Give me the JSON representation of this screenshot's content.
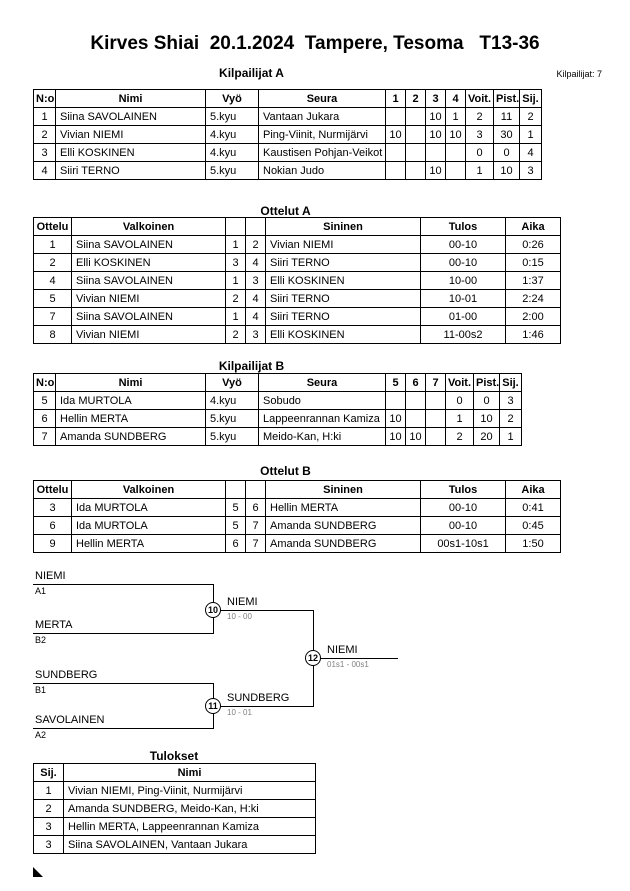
{
  "page": {
    "title": "Kirves Shiai  20.1.2024  Tampere, Tesoma   T13-36",
    "participants_label": "Kilpailijat: 7"
  },
  "kilpailijatA": {
    "heading": "Kilpailijat A",
    "h": {
      "no": "N:o",
      "nimi": "Nimi",
      "vyo": "Vyö",
      "seura": "Seura",
      "m1": "1",
      "m2": "2",
      "m3": "3",
      "m4": "4",
      "voit": "Voit.",
      "pist": "Pist.",
      "sij": "Sij."
    },
    "rows": [
      {
        "no": "1",
        "nimi": "Siina SAVOLAINEN",
        "vyo": "5.kyu",
        "seura": "Vantaan Jukara",
        "m1": "",
        "m2": "",
        "m3": "10",
        "m4": "1",
        "voit": "2",
        "pist": "11",
        "sij": "2"
      },
      {
        "no": "2",
        "nimi": "Vivian NIEMI",
        "vyo": "4.kyu",
        "seura": "Ping-Viinit, Nurmijärvi",
        "m1": "10",
        "m2": "",
        "m3": "10",
        "m4": "10",
        "voit": "3",
        "pist": "30",
        "sij": "1"
      },
      {
        "no": "3",
        "nimi": "Elli KOSKINEN",
        "vyo": "4.kyu",
        "seura": "Kaustisen Pohjan-Veikot",
        "m1": "",
        "m2": "",
        "m3": "",
        "m4": "",
        "voit": "0",
        "pist": "0",
        "sij": "4"
      },
      {
        "no": "4",
        "nimi": "Siiri TERNO",
        "vyo": "5.kyu",
        "seura": "Nokian Judo",
        "m1": "",
        "m2": "",
        "m3": "10",
        "m4": "",
        "voit": "1",
        "pist": "10",
        "sij": "3"
      }
    ]
  },
  "ottelutA": {
    "heading": "Ottelut A",
    "h": {
      "ottelu": "Ottelu",
      "valkoinen": "Valkoinen",
      "sininen": "Sininen",
      "tulos": "Tulos",
      "aika": "Aika"
    },
    "rows": [
      {
        "no": "1",
        "valkoinen": "Siina SAVOLAINEN",
        "wn": "1",
        "bn": "2",
        "sininen": "Vivian NIEMI",
        "tulos": "00-10",
        "aika": "0:26"
      },
      {
        "no": "2",
        "valkoinen": "Elli KOSKINEN",
        "wn": "3",
        "bn": "4",
        "sininen": "Siiri TERNO",
        "tulos": "00-10",
        "aika": "0:15"
      },
      {
        "no": "4",
        "valkoinen": "Siina SAVOLAINEN",
        "wn": "1",
        "bn": "3",
        "sininen": "Elli KOSKINEN",
        "tulos": "10-00",
        "aika": "1:37"
      },
      {
        "no": "5",
        "valkoinen": "Vivian NIEMI",
        "wn": "2",
        "bn": "4",
        "sininen": "Siiri TERNO",
        "tulos": "10-01",
        "aika": "2:24"
      },
      {
        "no": "7",
        "valkoinen": "Siina SAVOLAINEN",
        "wn": "1",
        "bn": "4",
        "sininen": "Siiri TERNO",
        "tulos": "01-00",
        "aika": "2:00"
      },
      {
        "no": "8",
        "valkoinen": "Vivian NIEMI",
        "wn": "2",
        "bn": "3",
        "sininen": "Elli KOSKINEN",
        "tulos": "11-00s2",
        "aika": "1:46"
      }
    ]
  },
  "kilpailijatB": {
    "heading": "Kilpailijat B",
    "h": {
      "no": "N:o",
      "nimi": "Nimi",
      "vyo": "Vyö",
      "seura": "Seura",
      "m5": "5",
      "m6": "6",
      "m7": "7",
      "voit": "Voit.",
      "pist": "Pist.",
      "sij": "Sij."
    },
    "rows": [
      {
        "no": "5",
        "nimi": "Ida MURTOLA",
        "vyo": "4.kyu",
        "seura": "Sobudo",
        "m5": "",
        "m6": "",
        "m7": "",
        "voit": "0",
        "pist": "0",
        "sij": "3"
      },
      {
        "no": "6",
        "nimi": "Hellin MERTA",
        "vyo": "5.kyu",
        "seura": "Lappeenrannan Kamiza",
        "m5": "10",
        "m6": "",
        "m7": "",
        "voit": "1",
        "pist": "10",
        "sij": "2"
      },
      {
        "no": "7",
        "nimi": "Amanda SUNDBERG",
        "vyo": "5.kyu",
        "seura": "Meido-Kan, H:ki",
        "m5": "10",
        "m6": "10",
        "m7": "",
        "voit": "2",
        "pist": "20",
        "sij": "1"
      }
    ]
  },
  "ottelutB": {
    "heading": "Ottelut B",
    "h": {
      "ottelu": "Ottelu",
      "valkoinen": "Valkoinen",
      "sininen": "Sininen",
      "tulos": "Tulos",
      "aika": "Aika"
    },
    "rows": [
      {
        "no": "3",
        "valkoinen": "Ida MURTOLA",
        "wn": "5",
        "bn": "6",
        "sininen": "Hellin MERTA",
        "tulos": "00-10",
        "aika": "0:41"
      },
      {
        "no": "6",
        "valkoinen": "Ida MURTOLA",
        "wn": "5",
        "bn": "7",
        "sininen": "Amanda SUNDBERG",
        "tulos": "00-10",
        "aika": "0:45"
      },
      {
        "no": "9",
        "valkoinen": "Hellin MERTA",
        "wn": "6",
        "bn": "7",
        "sininen": "Amanda SUNDBERG",
        "tulos": "00s1-10s1",
        "aika": "1:50"
      }
    ]
  },
  "bracket": {
    "sf1": {
      "top": "NIEMI",
      "topSeed": "A1",
      "bottom": "MERTA",
      "bottomSeed": "B2",
      "matchNo": "10",
      "winner": "NIEMI",
      "score": "10 - 00"
    },
    "sf2": {
      "top": "SUNDBERG",
      "topSeed": "B1",
      "bottom": "SAVOLAINEN",
      "bottomSeed": "A2",
      "matchNo": "11",
      "winner": "SUNDBERG",
      "score": "10 - 01"
    },
    "final": {
      "matchNo": "12",
      "winner": "NIEMI",
      "score": "01s1 - 00s1"
    }
  },
  "tulokset": {
    "heading": "Tulokset",
    "h": {
      "sij": "Sij.",
      "nimi": "Nimi"
    },
    "rows": [
      {
        "sij": "1",
        "nimi": "Vivian NIEMI, Ping-Viinit, Nurmijärvi"
      },
      {
        "sij": "2",
        "nimi": "Amanda SUNDBERG, Meido-Kan, H:ki"
      },
      {
        "sij": "3",
        "nimi": "Hellin MERTA, Lappeenrannan Kamiza"
      },
      {
        "sij": "3",
        "nimi": "Siina SAVOLAINEN, Vantaan Jukara"
      }
    ]
  }
}
